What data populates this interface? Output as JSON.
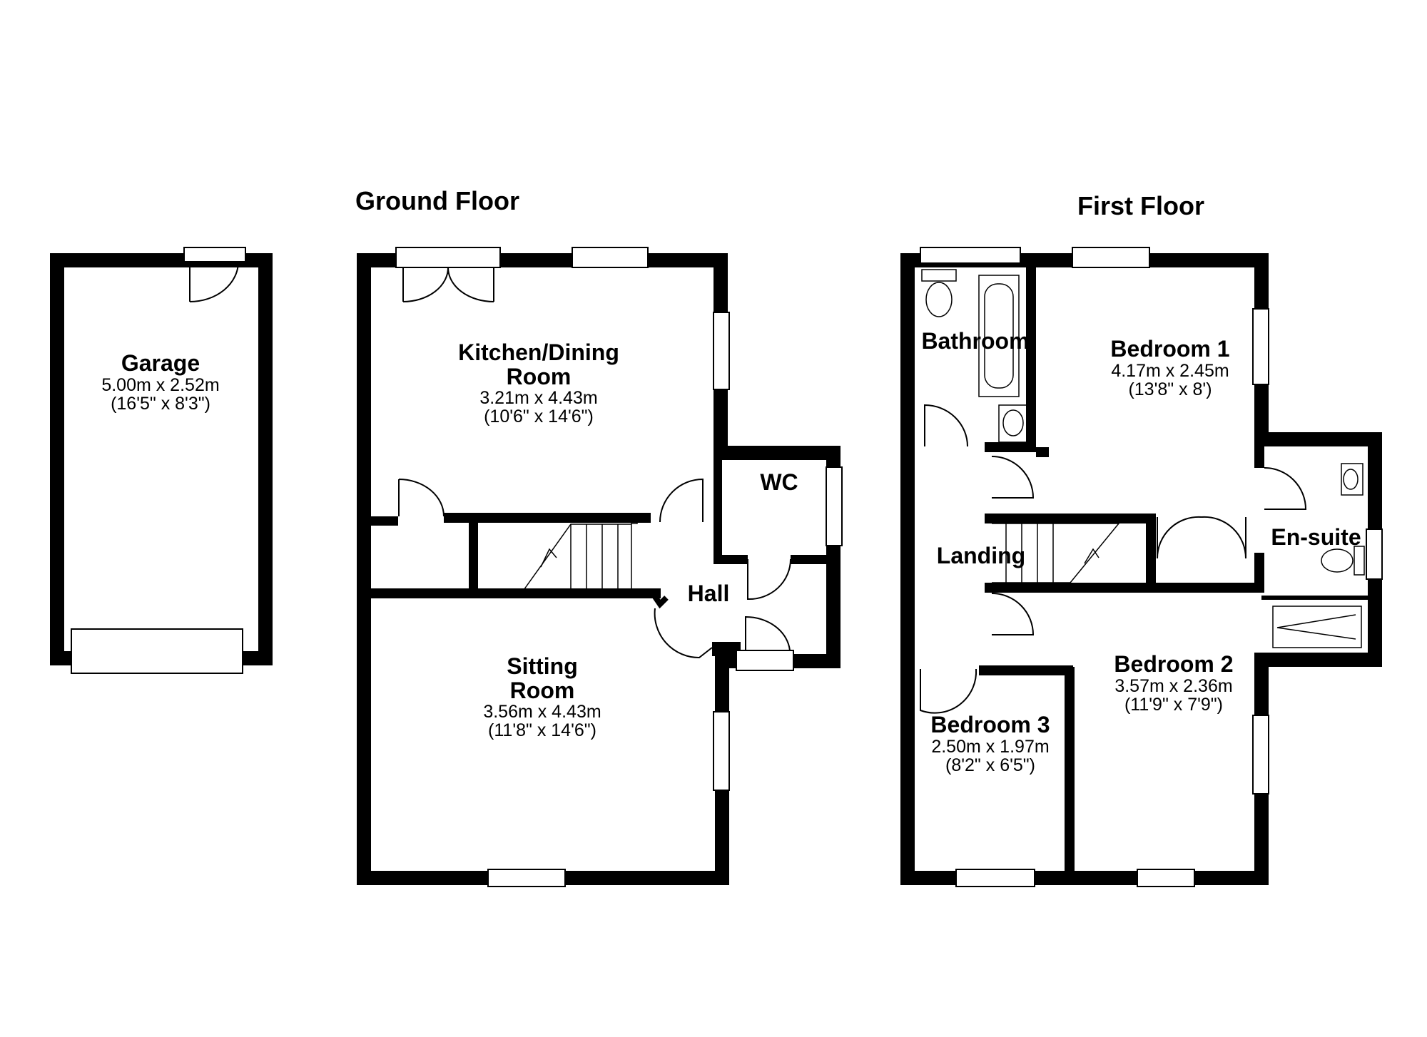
{
  "floors": {
    "ground": "Ground Floor",
    "first": "First Floor"
  },
  "rooms": {
    "garage": {
      "name": "Garage",
      "metric": "5.00m x 2.52m",
      "imperial": "(16'5\" x 8'3\")"
    },
    "kitchen": {
      "name": "Kitchen/Dining Room",
      "metric": "3.21m x 4.43m",
      "imperial": "(10'6\" x 14'6\")"
    },
    "wc": {
      "name": "WC"
    },
    "hall": {
      "name": "Hall"
    },
    "sitting": {
      "name": "Sitting Room",
      "metric": "3.56m x 4.43m",
      "imperial": "(11'8\" x 14'6\")"
    },
    "bathroom": {
      "name": "Bathroom"
    },
    "bedroom1": {
      "name": "Bedroom 1",
      "metric": "4.17m x 2.45m",
      "imperial": "(13'8\" x 8')"
    },
    "ensuite": {
      "name": "En-suite"
    },
    "landing": {
      "name": "Landing"
    },
    "bedroom2": {
      "name": "Bedroom 2",
      "metric": "3.57m x 2.36m",
      "imperial": "(11'9\" x 7'9\")"
    },
    "bedroom3": {
      "name": "Bedroom 3",
      "metric": "2.50m x 1.97m",
      "imperial": "(8'2\" x 6'5\")"
    }
  }
}
